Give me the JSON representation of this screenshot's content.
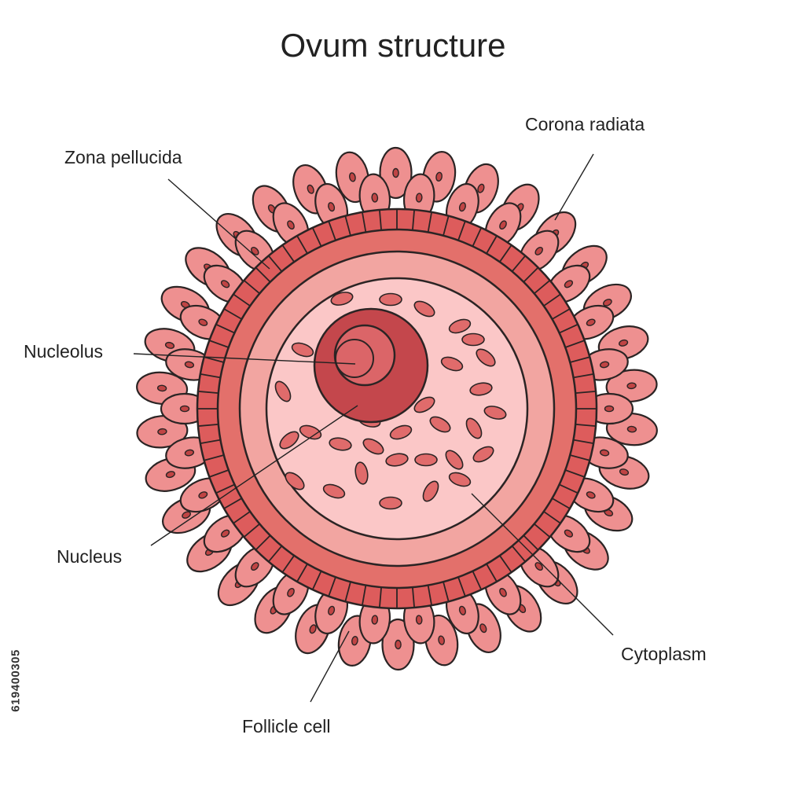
{
  "title": "Ovum structure",
  "labels": {
    "corona_radiata": "Corona radiata",
    "zona_pellucida": "Zona pellucida",
    "nucleolus": "Nucleolus",
    "nucleus": "Nucleus",
    "cytoplasm": "Cytoplasm",
    "follicle_cell": "Follicle cell"
  },
  "stock_id": "619400305",
  "colors": {
    "outline": "#2b2424",
    "follicle_cell": "#ee9090",
    "follicle_nucleus": "#c04444",
    "zona_ring": "#dd5c5c",
    "zona_band": "#e3706b",
    "perivitelline": "#f2a5a1",
    "cytoplasm": "#fbc7c7",
    "organelle": "#e06b6b",
    "nucleus": "#c4474c",
    "nucleolus": "#db6568"
  }
}
